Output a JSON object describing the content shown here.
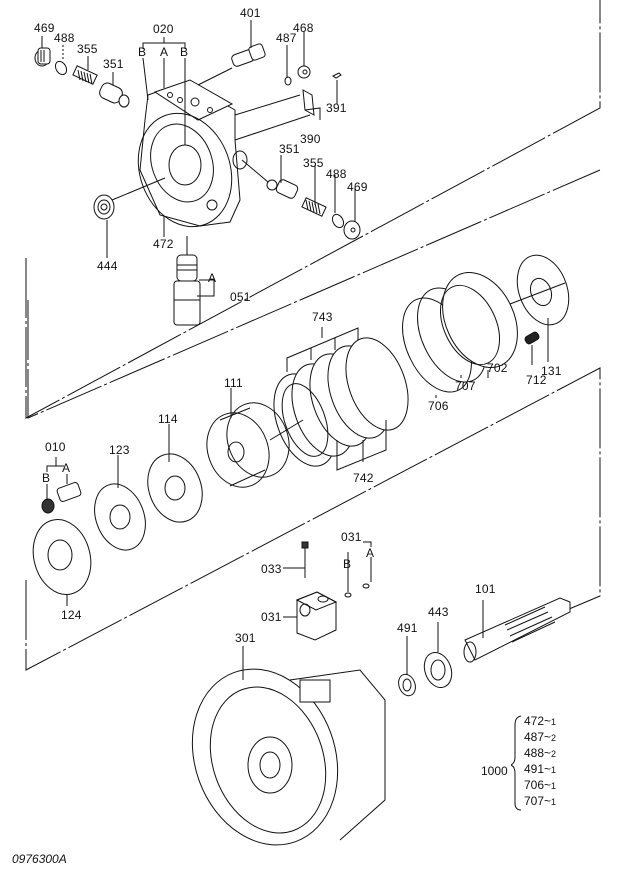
{
  "diagram": {
    "title": "Exploded parts diagram - hydraulic travel motor",
    "drawing_code": "0976300A",
    "callouts": [
      {
        "id": "469",
        "where": "top-left plug"
      },
      {
        "id": "488",
        "where": "top-left o-ring"
      },
      {
        "id": "355",
        "where": "top-left spring"
      },
      {
        "id": "351",
        "where": "top-left spool"
      },
      {
        "id": "020",
        "where": "valve casing group"
      },
      {
        "id": "B",
        "where": "020 sub-part"
      },
      {
        "id": "A",
        "where": "020 sub-part"
      },
      {
        "id": "B",
        "where": "020 sub-part"
      },
      {
        "id": "401",
        "where": "bolt"
      },
      {
        "id": "487",
        "where": "o-ring"
      },
      {
        "id": "468",
        "where": "plug"
      },
      {
        "id": "391",
        "where": "rivet"
      },
      {
        "id": "390",
        "where": "name plate"
      },
      {
        "id": "351",
        "where": "right spool"
      },
      {
        "id": "355",
        "where": "right spring"
      },
      {
        "id": "488",
        "where": "right o-ring"
      },
      {
        "id": "469",
        "where": "right plug"
      },
      {
        "id": "444",
        "where": "bearing"
      },
      {
        "id": "472",
        "where": "o-ring"
      },
      {
        "id": "A",
        "where": "051 sub-part"
      },
      {
        "id": "051",
        "where": "relief valve"
      },
      {
        "id": "743",
        "where": "separator plates"
      },
      {
        "id": "742",
        "where": "friction plates"
      },
      {
        "id": "111",
        "where": "cylinder block"
      },
      {
        "id": "706",
        "where": "o-ring"
      },
      {
        "id": "707",
        "where": "o-ring"
      },
      {
        "id": "702",
        "where": "brake piston"
      },
      {
        "id": "712",
        "where": "spring"
      },
      {
        "id": "131",
        "where": "valve plate"
      },
      {
        "id": "114",
        "where": "retainer plate"
      },
      {
        "id": "123",
        "where": "shoe plate"
      },
      {
        "id": "010",
        "where": "piston assy"
      },
      {
        "id": "B",
        "where": "010 sub-part"
      },
      {
        "id": "A",
        "where": "010 sub-part"
      },
      {
        "id": "124",
        "where": "swash plate"
      },
      {
        "id": "031",
        "where": "block group"
      },
      {
        "id": "B",
        "where": "031 sub-part"
      },
      {
        "id": "A",
        "where": "031 sub-part"
      },
      {
        "id": "033",
        "where": "bolt"
      },
      {
        "id": "031",
        "where": "block"
      },
      {
        "id": "301",
        "where": "casing"
      },
      {
        "id": "491",
        "where": "oil seal"
      },
      {
        "id": "443",
        "where": "bearing"
      },
      {
        "id": "101",
        "where": "drive shaft"
      }
    ],
    "kit": {
      "number": "1000",
      "items": [
        {
          "part": "472",
          "qty": "1"
        },
        {
          "part": "487",
          "qty": "2"
        },
        {
          "part": "488",
          "qty": "2"
        },
        {
          "part": "491",
          "qty": "1"
        },
        {
          "part": "706",
          "qty": "1"
        },
        {
          "part": "707",
          "qty": "1"
        }
      ]
    }
  }
}
